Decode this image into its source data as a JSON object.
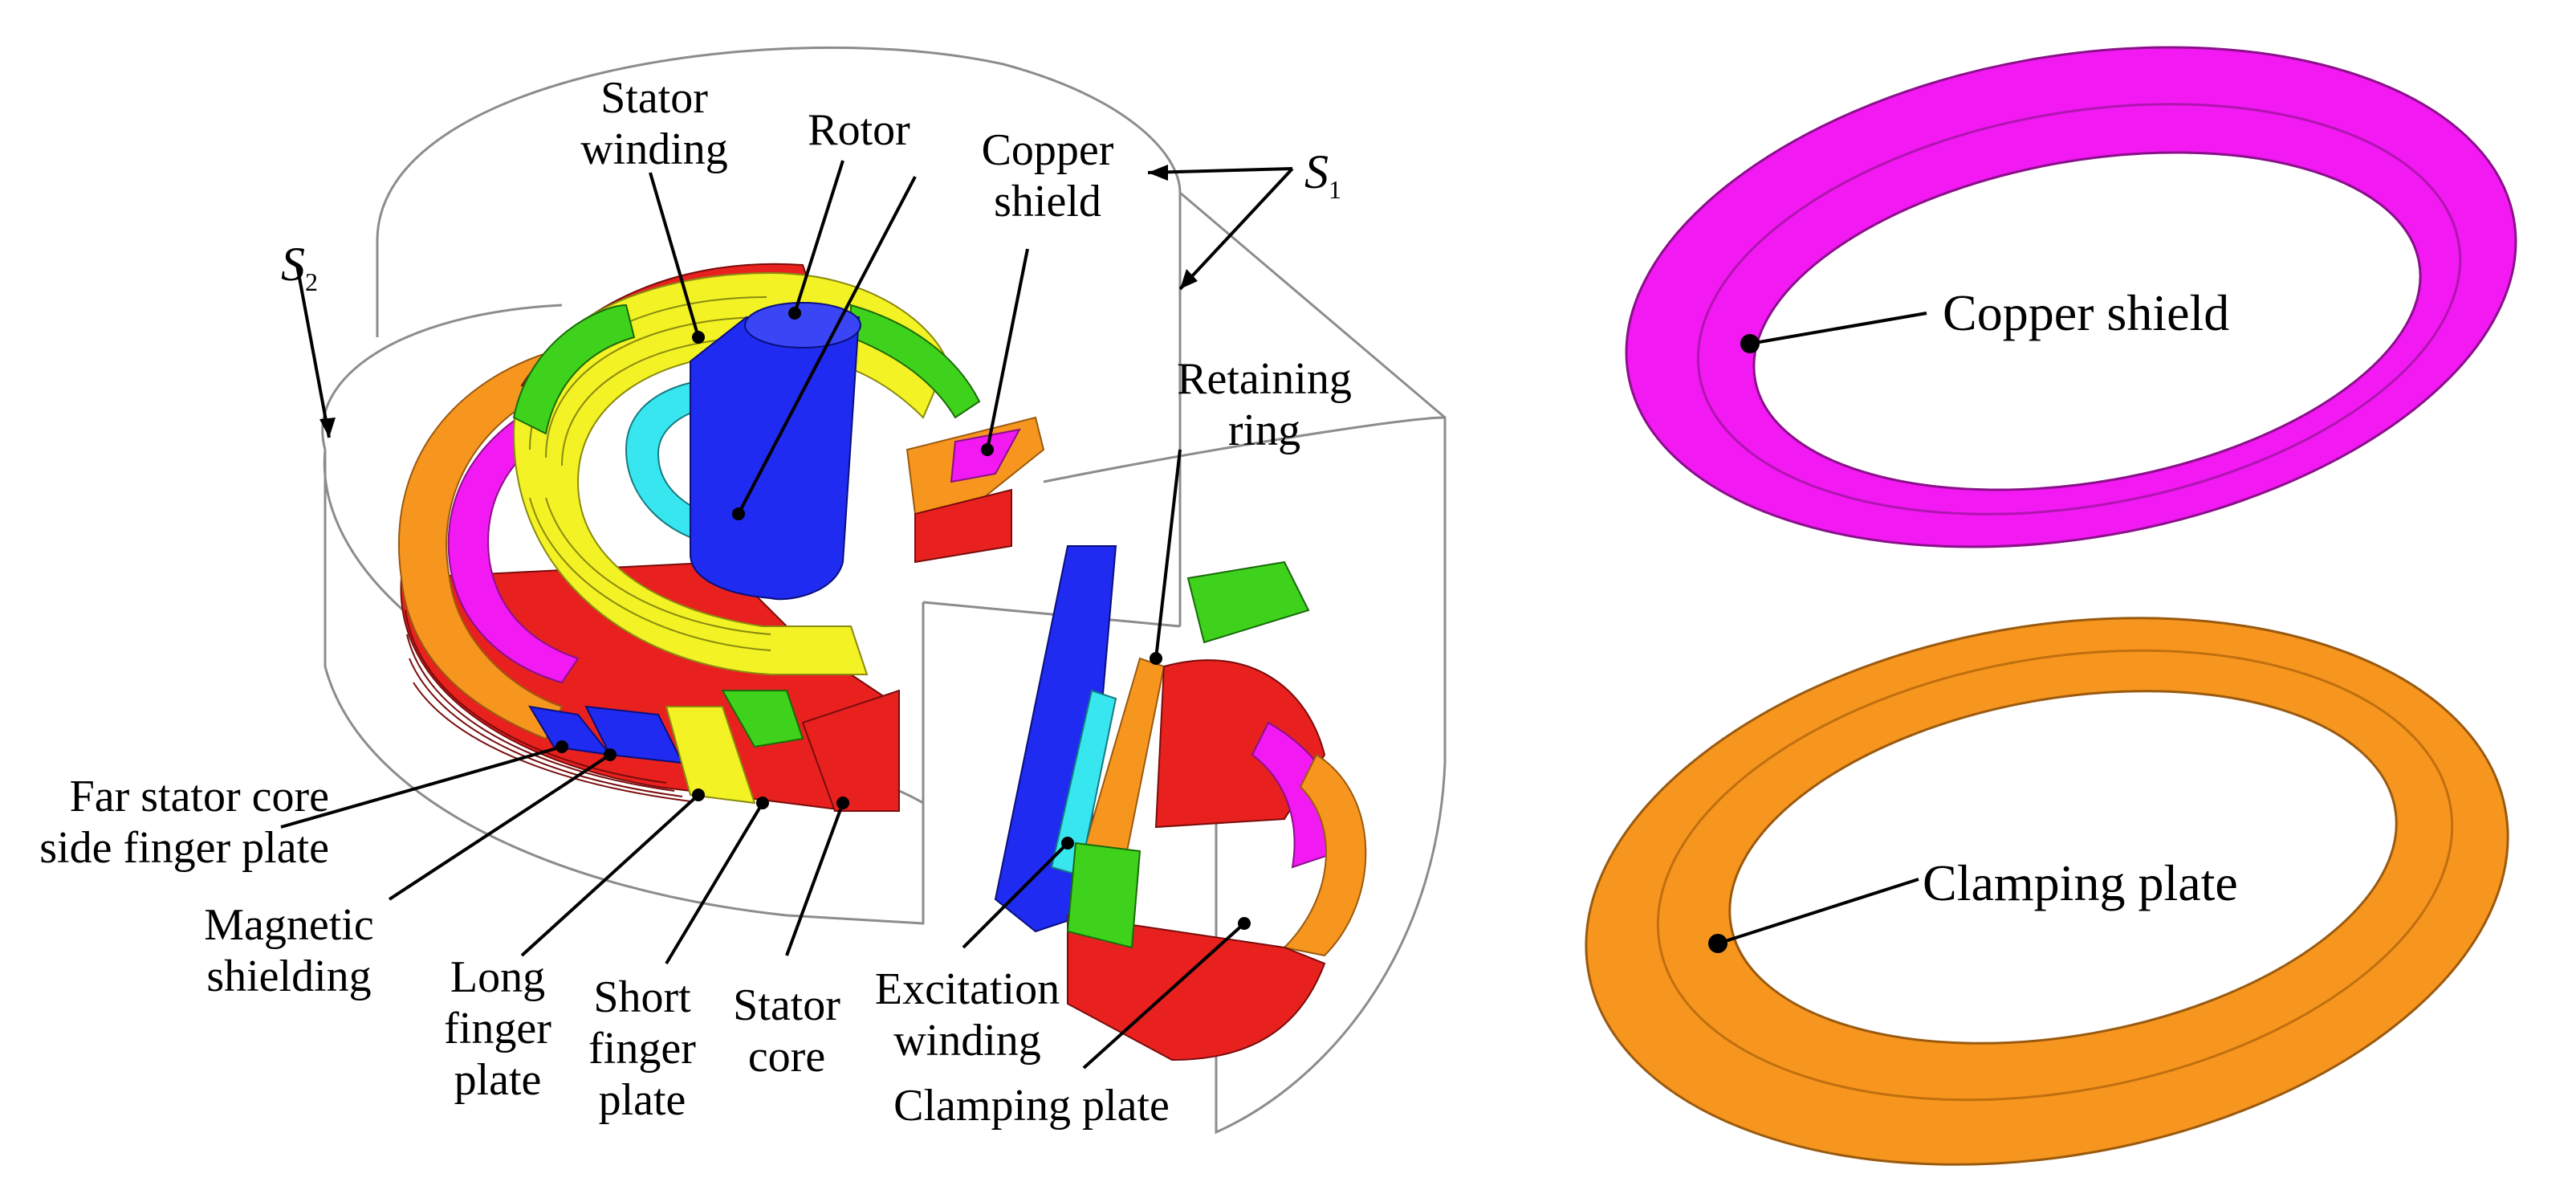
{
  "labels": {
    "stator_winding": "Stator winding",
    "rotor": "Rotor",
    "copper_shield": "Copper shield",
    "retaining_ring": "Retaining ring",
    "far_stator_core_side_finger_plate": "Far stator core side finger plate",
    "magnetic_shielding": "Magnetic shielding",
    "long_finger_plate": "Long finger plate",
    "short_finger_plate": "Short finger plate",
    "stator_core": "Stator core",
    "excitation_winding": "Excitation winding",
    "clamping_plate": "Clamping plate",
    "right_copper_shield": "Copper shield",
    "right_clamping_plate": "Clamping plate"
  },
  "symbols": {
    "s1_letter": "S",
    "s1_sub": "1",
    "s2_letter": "S",
    "s2_sub": "2"
  },
  "colors": {
    "core_red": "#e8211f",
    "core_dark": "#8b0d0d",
    "winding_yellow": "#f2f224",
    "finger_green": "#3ed21c",
    "rotor_blue": "#1f2bf0",
    "magenta": "#f219f2",
    "orange": "#f7961e",
    "cyan": "#38e6f0",
    "outline": "#9a9a9a"
  }
}
